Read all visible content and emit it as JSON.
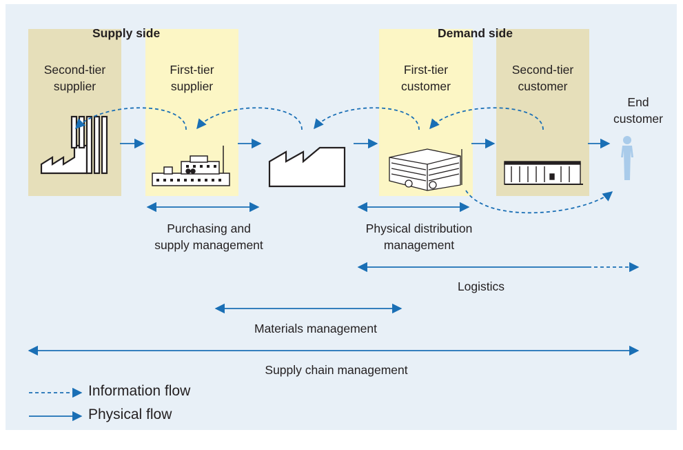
{
  "headers": {
    "supply_side": "Supply side",
    "demand_side": "Demand side"
  },
  "entities": {
    "second_tier_supplier": "Second-tier\nsupplier",
    "first_tier_supplier": "First-tier\nsupplier",
    "first_tier_customer": "First-tier\ncustomer",
    "second_tier_customer": "Second-tier\ncustomer",
    "end_customer": "End\ncustomer"
  },
  "spans": {
    "purchasing": "Purchasing and\nsupply management",
    "physical_distribution": "Physical distribution\nmanagement",
    "logistics": "Logistics",
    "materials": "Materials management",
    "supply_chain": "Supply chain management"
  },
  "legend": {
    "information_flow": "Information flow",
    "physical_flow": "Physical flow"
  },
  "colors": {
    "background": "#e8f0f7",
    "supplier_box_dark": "#e6dfba",
    "supplier_box_light": "#fcf6c5",
    "flow_arrow": "#1a6fb5",
    "end_customer_figure": "#a9cbea"
  }
}
